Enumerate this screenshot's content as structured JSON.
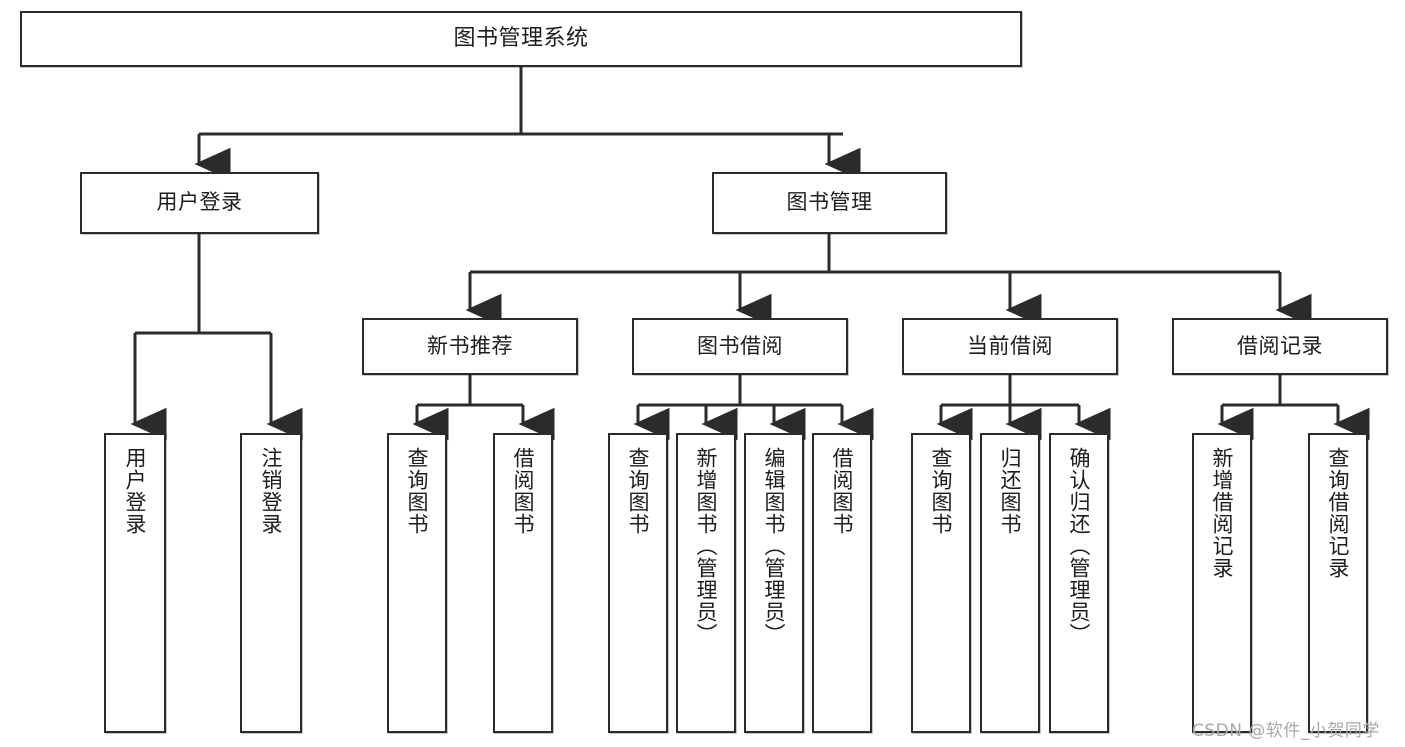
{
  "diagram": {
    "kind": "functional-structure-tree",
    "title": "图书管理系统",
    "watermark": "CSDN @软件_小贺同学",
    "colors": {
      "box_border": "#2b2b2b",
      "box_fill": "#ffffff",
      "connector": "#2b2b2b",
      "text": "#1d1d1d",
      "watermark": "#a8a8a8",
      "background": "#ffffff"
    },
    "root": {
      "id": "root",
      "label": "图书管理系统"
    },
    "level2": [
      {
        "id": "user-login",
        "label": "用户登录"
      },
      {
        "id": "book-manage",
        "label": "图书管理"
      }
    ],
    "level3": [
      {
        "id": "new-book-rec",
        "label": "新书推荐",
        "parent": "book-manage"
      },
      {
        "id": "book-borrow",
        "label": "图书借阅",
        "parent": "book-manage"
      },
      {
        "id": "current-borrow",
        "label": "当前借阅",
        "parent": "book-manage"
      },
      {
        "id": "borrow-record",
        "label": "借阅记录",
        "parent": "book-manage"
      }
    ],
    "leaves": {
      "user-login": [
        {
          "id": "leaf-user-login",
          "label": "用户登录"
        },
        {
          "id": "leaf-logout",
          "label": "注销登录"
        }
      ],
      "new-book-rec": [
        {
          "id": "leaf-query-book-1",
          "label": "查询图书"
        },
        {
          "id": "leaf-borrow-book-1",
          "label": "借阅图书"
        }
      ],
      "book-borrow": [
        {
          "id": "leaf-query-book-2",
          "label": "查询图书"
        },
        {
          "id": "leaf-add-book",
          "label": "新增图书（管理员）"
        },
        {
          "id": "leaf-edit-book",
          "label": "编辑图书（管理员）"
        },
        {
          "id": "leaf-borrow-book-2",
          "label": "借阅图书"
        }
      ],
      "current-borrow": [
        {
          "id": "leaf-query-book-3",
          "label": "查询图书"
        },
        {
          "id": "leaf-return-book",
          "label": "归还图书"
        },
        {
          "id": "leaf-confirm-return",
          "label": "确认归还（管理员）"
        }
      ],
      "borrow-record": [
        {
          "id": "leaf-add-record",
          "label": "新增借阅记录"
        },
        {
          "id": "leaf-query-record",
          "label": "查询借阅记录"
        }
      ]
    }
  }
}
